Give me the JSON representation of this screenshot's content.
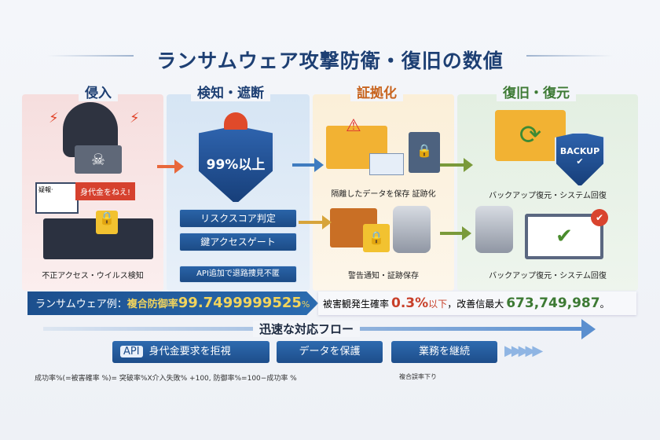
{
  "title": "ランサムウェア攻撃防衛・復旧の数値",
  "stages": [
    {
      "header": "侵入",
      "color": "#1d3f73",
      "ransom_note": "身代金をねえ!",
      "screen_label": "疑報·",
      "caption": "不正アクセス・ウイルス検知"
    },
    {
      "header": "検知・遮断",
      "color": "#1d3f73",
      "shield_text": "99%以上",
      "buttons": [
        "リスクスコア判定",
        "鍵アクセスゲート"
      ],
      "caption": "API追加で退路捜見不匿"
    },
    {
      "header": "証拠化",
      "color": "#c8641e",
      "caption_top": "隔離したデータを保存 証跡化",
      "caption": "警告通知・証跡保存"
    },
    {
      "header": "復旧・復元",
      "color": "#3d7a34",
      "backup_label": "BACKUP",
      "caption_top": "バックアップ復元・システム回復",
      "caption": "バックアップ復元・システム回復"
    }
  ],
  "banner": {
    "prefix": "ランサムウェア例：",
    "metric_label": "複合防御率",
    "metric_value": "99.7499999525",
    "metric_unit": "%",
    "damage_label": "被害観発生確率",
    "damage_value": "0.3%",
    "damage_suffix": "以下",
    "sep": "，",
    "loss_label": "改善信最大",
    "loss_value": "673,749,987",
    "loss_suffix": "。"
  },
  "flow": {
    "label": "迅速な対応フロー",
    "api_badge": "API",
    "steps": [
      "身代金要求を拒視",
      "データを保護",
      "業務を継続"
    ]
  },
  "formula": "成功率%(=被害確率 %)= 突破率%X介入失敗% +100, 防御率%=100−成功率 %",
  "formula_note": "複合誤率下り",
  "colors": {
    "navy": "#1d3f73",
    "orange": "#c8641e",
    "green": "#3d7a34",
    "red": "#c8402a",
    "accent_yellow": "#f2d45c"
  }
}
